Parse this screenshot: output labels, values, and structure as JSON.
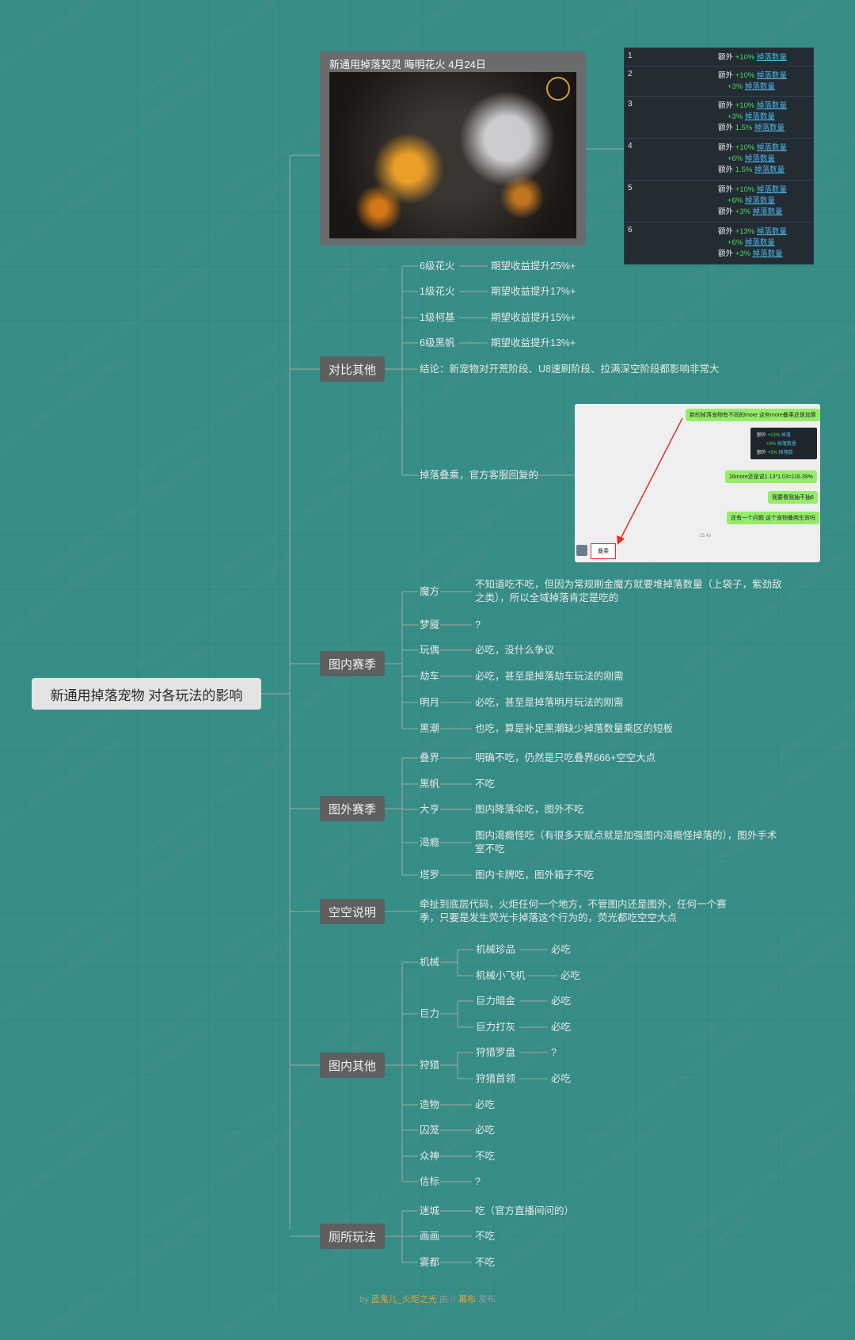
{
  "root": {
    "label": "新通用掉落宠物 对各玩法的影响"
  },
  "image_card": {
    "title": "新通用掉落契灵  晦明花火  4月24日"
  },
  "stats": [
    {
      "n": "1",
      "lines": [
        [
          "额外",
          "+10%",
          "掉落数量"
        ]
      ]
    },
    {
      "n": "2",
      "lines": [
        [
          "额外",
          "+10%",
          "掉落数量"
        ],
        [
          "",
          "+3%",
          "掉落数量"
        ]
      ]
    },
    {
      "n": "3",
      "lines": [
        [
          "额外",
          "+10%",
          "掉落数量"
        ],
        [
          "",
          "+3%",
          "掉落数量"
        ],
        [
          "额外",
          "1.5%",
          "掉落数量"
        ]
      ]
    },
    {
      "n": "4",
      "lines": [
        [
          "额外",
          "+10%",
          "掉落数量"
        ],
        [
          "",
          "+6%",
          "掉落数量"
        ],
        [
          "额外",
          "1.5%",
          "掉落数量"
        ]
      ]
    },
    {
      "n": "5",
      "lines": [
        [
          "额外",
          "+10%",
          "掉落数量"
        ],
        [
          "",
          "+6%",
          "掉落数量"
        ],
        [
          "额外",
          "+3%",
          "掉落数量"
        ]
      ]
    },
    {
      "n": "6",
      "lines": [
        [
          "额外",
          "+13%",
          "掉落数量"
        ],
        [
          "",
          "+6%",
          "掉落数量"
        ],
        [
          "额外",
          "+3%",
          "掉落数量"
        ]
      ]
    }
  ],
  "branches": {
    "compare": "对比其他",
    "inmap": "图内赛季",
    "outmap": "图外赛季",
    "kongkong": "空空说明",
    "inother": "图内其他",
    "toilet": "厕所玩法"
  },
  "compare": {
    "items": [
      {
        "k": "6级花火",
        "v": "期望收益提升25%+"
      },
      {
        "k": "1级花火",
        "v": "期望收益提升17%+"
      },
      {
        "k": "1级柯基",
        "v": "期望收益提升15%+"
      },
      {
        "k": "6级黑帆",
        "v": "期望收益提升13%+"
      }
    ],
    "conclusion": "结论：新宠物对开荒阶段、U8速刷阶段、拉满深空阶段都影响非常大",
    "stack": "掉落叠乘，官方客服回复的"
  },
  "chat": {
    "msg1": "新的掉落宠物有不同的more 这些more叠乘还是加算",
    "msg2": "16more还是说1.13*1.03=116.39%",
    "msg3": "我要看我抽不抽6",
    "msg4": "还有一个问题 这个宠物叠两生效吗",
    "time": "15:46",
    "reply": "叠乘"
  },
  "inmap": [
    {
      "k": "魔方",
      "v": "不知道吃不吃，但因为常规刷金魔方就要堆掉落数量（上袋子，紫劲敌之类），所以全域掉落肯定是吃的"
    },
    {
      "k": "梦魇",
      "v": "?"
    },
    {
      "k": "玩偶",
      "v": "必吃，没什么争议"
    },
    {
      "k": "劫车",
      "v": "必吃，甚至是掉落劫车玩法的刚需"
    },
    {
      "k": "明月",
      "v": "必吃，甚至是掉落明月玩法的刚需"
    },
    {
      "k": "黑潮",
      "v": "也吃，算是补足黑潮缺少掉落数量乘区的短板"
    }
  ],
  "outmap": [
    {
      "k": "叠界",
      "v": "明确不吃，仍然是只吃叠界666+空空大点"
    },
    {
      "k": "黑帆",
      "v": "不吃"
    },
    {
      "k": "大亨",
      "v": "图内降落伞吃，图外不吃"
    },
    {
      "k": "渴瘾",
      "v": "图内渴瘾怪吃（有很多天赋点就是加强图内渴瘾怪掉落的），图外手术室不吃"
    },
    {
      "k": "塔罗",
      "v": "图内卡牌吃，图外箱子不吃"
    }
  ],
  "kongkong": {
    "text": "牵扯到底层代码，火炬任何一个地方，不管图内还是图外，任何一个赛季，只要是发生荧光卡掉落这个行为的，荧光都吃空空大点"
  },
  "inother": {
    "groups": [
      {
        "k": "机械",
        "items": [
          {
            "k": "机械珍品",
            "v": "必吃"
          },
          {
            "k": "机械小飞机",
            "v": "必吃"
          }
        ]
      },
      {
        "k": "巨力",
        "items": [
          {
            "k": "巨力暗金",
            "v": "必吃"
          },
          {
            "k": "巨力打灰",
            "v": "必吃"
          }
        ]
      },
      {
        "k": "狩猎",
        "items": [
          {
            "k": "狩猎罗盘",
            "v": "?"
          },
          {
            "k": "狩猎首领",
            "v": "必吃"
          }
        ]
      }
    ],
    "simple": [
      {
        "k": "造物",
        "v": "必吃"
      },
      {
        "k": "囚笼",
        "v": "必吃"
      },
      {
        "k": "众神",
        "v": "不吃"
      },
      {
        "k": "信标",
        "v": "?"
      }
    ]
  },
  "toilet": [
    {
      "k": "迷城",
      "v": "吃（官方直播间问的）"
    },
    {
      "k": "画画",
      "v": "不吃"
    },
    {
      "k": "雾都",
      "v": "不吃"
    }
  ],
  "footer": {
    "by": "by",
    "author": "蓝鬼儿_火炬之光",
    "mid": "由",
    "brand": "幕布",
    "end": "发布"
  },
  "watermark": [
    "B站搜索火炬之光_蓝鬼儿 获取最新完整版",
    "原创 B站 火炬之光_蓝鬼儿 禁止搜权盗用"
  ],
  "colors": {
    "line": "#a7a7a7",
    "branch_bg": "#5e5f61",
    "root_bg": "#e3e3e3",
    "green": "#4cd964",
    "blue": "#4fb6e6",
    "author": "#f0a030"
  }
}
